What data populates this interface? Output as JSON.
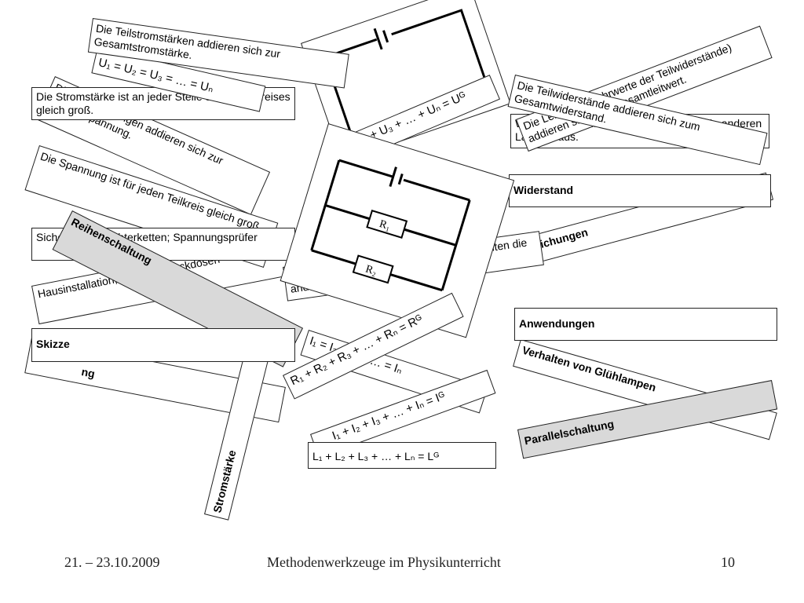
{
  "cards": {
    "teilstrom": "Die Teilstromstärken addieren sich zur Gesamtstromstärke.",
    "u_equal": "U₁ = U₂ = U₃ = … = Uₙ",
    "strom_gleich": "Die Stromstärke ist an jeder Stelle des Stromkreises gleich groß.",
    "teilspannungen": "Die Teilspannungen addieren sich zur Gesamtspannung.",
    "spannung_gleich": "Die Spannung ist für jeden Teilkreis gleich groß.",
    "sicherungen": "Sicherungen, Lichterketten; Spannungsprüfer",
    "reihenschaltung": "Reihenschaltung",
    "hausinstallation": "Hausinstallation; Mehrfachsteckdosen",
    "skizze": "Skizze",
    "ng_fragment": "ng",
    "stromstaerke": "Stromstärke",
    "u_sum": "U₁ + U₂ + U₃ + … + Uₙ = Uᴳ",
    "teilwiderstaende": "Die Teilwiderstände addieren sich zum Gesamtwiderstand.",
    "leitwerte": "Die Leitwerte (Kehrwerte der Teilwiderstände) addieren sich zum Gesamtleitwert.",
    "gluehlampe": "Wenn eine Glühlampe ausfällt, gehen alle anderen Lampen aus.",
    "widerstand": "Widerstand",
    "gleichungen": "Gleichungen",
    "wenn_man": "Wenn man eine Lampe herausdreht, leuchten die anderen Lampen weiter.",
    "anwendungen": "Anwendungen",
    "verhalten": "Verhalten von Glühlampen",
    "parallelschaltung": "Parallelschaltung",
    "r_sum": "R₁ + R₂ + R₃ + … + Rₙ = Rᴳ",
    "i_equal": "I₁ = I₂ = I₃ = … = Iₙ",
    "i_sum": "I₁ + I₂ + I₃ + … + Iₙ = Iᴳ",
    "l_sum": "L₁ + L₂ + L₃ + … + Lₙ = Lᴳ"
  },
  "diagram": {
    "r1_label": "R₁",
    "r2_label": "R₂"
  },
  "footer": {
    "date": "21. – 23.10.2009",
    "title": "Methodenwerkzeuge im Physikunterricht",
    "page": "10"
  }
}
